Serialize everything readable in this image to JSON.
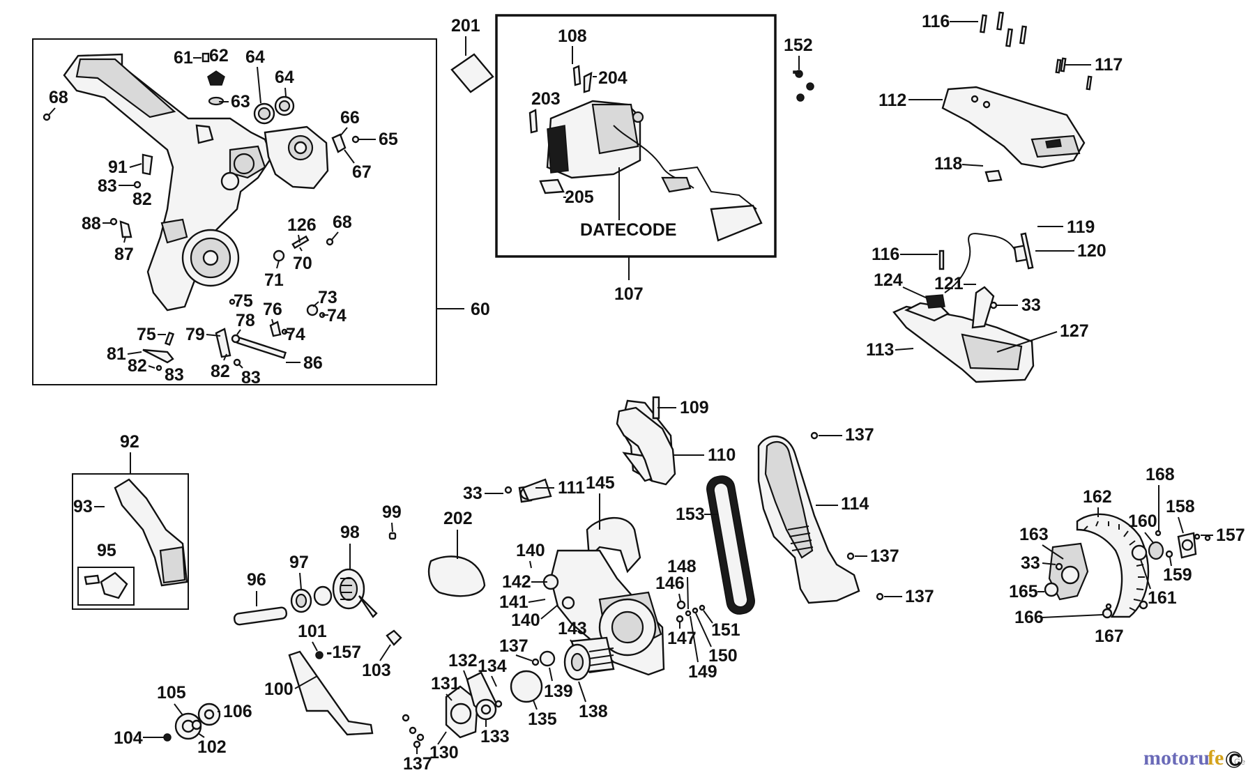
{
  "diagram": {
    "boxes": {
      "housing": "60",
      "motor": "107",
      "dust": "92"
    },
    "motor_box_text": "DATECODE",
    "watermark": {
      "part1": "motoru",
      "part2": "fe",
      "suffix": "Ge",
      "corner": "C"
    },
    "callouts": {
      "c61": "61",
      "c62": "62",
      "c63": "63",
      "c64a": "64",
      "c64b": "64",
      "c65": "65",
      "c66": "66",
      "c67": "67",
      "c68a": "68",
      "c68b": "68",
      "c70": "70",
      "c71": "71",
      "c73": "73",
      "c74a": "74",
      "c74b": "74",
      "c75a": "75",
      "c75b": "75",
      "c76": "76",
      "c78": "78",
      "c79": "79",
      "c81": "81",
      "c82a": "82",
      "c82b": "82",
      "c82c": "82",
      "c83a": "83",
      "c83b": "83",
      "c83c": "83",
      "c86": "86",
      "c87": "87",
      "c88": "88",
      "c91": "91",
      "c126": "126",
      "c60": "60",
      "c201": "201",
      "c108": "108",
      "c204": "204",
      "c203": "203",
      "c205": "205",
      "c107": "107",
      "c152": "152",
      "c116a": "116",
      "c117": "117",
      "c112": "112",
      "c118": "118",
      "c119": "119",
      "c120": "120",
      "c116b": "116",
      "c121": "121",
      "c124": "124",
      "c33a": "33",
      "c127": "127",
      "c113": "113",
      "c92": "92",
      "c93": "93",
      "c95": "95",
      "c96": "96",
      "c97": "97",
      "c98": "98",
      "c99": "99",
      "c101": "101",
      "c157a": "-157",
      "c103": "103",
      "c100": "100",
      "c105": "105",
      "c106": "106",
      "c104": "104",
      "c102": "102",
      "c202": "202",
      "c33b": "33",
      "c111": "111",
      "c145": "145",
      "c109": "109",
      "c110": "110",
      "c140a": "140",
      "c142": "142",
      "c141": "141",
      "c140b": "140",
      "c143": "143",
      "c137a": "137",
      "c132": "132",
      "c134": "134",
      "c131": "131",
      "c135": "135",
      "c139": "139",
      "c138": "138",
      "c133": "133",
      "c130": "130",
      "c137b": "137",
      "c148": "148",
      "c146": "146",
      "c147": "147",
      "c151": "151",
      "c150": "150",
      "c149": "149",
      "c153": "153",
      "c114": "114",
      "c137c": "137",
      "c137d": "137",
      "c137e": "137",
      "c168": "168",
      "c162": "162",
      "c158": "158",
      "c157b": "157",
      "c160": "160",
      "c163": "163",
      "c33c": "33",
      "c159": "159",
      "c165": "165",
      "c161": "161",
      "c166": "166",
      "c167": "167"
    }
  }
}
